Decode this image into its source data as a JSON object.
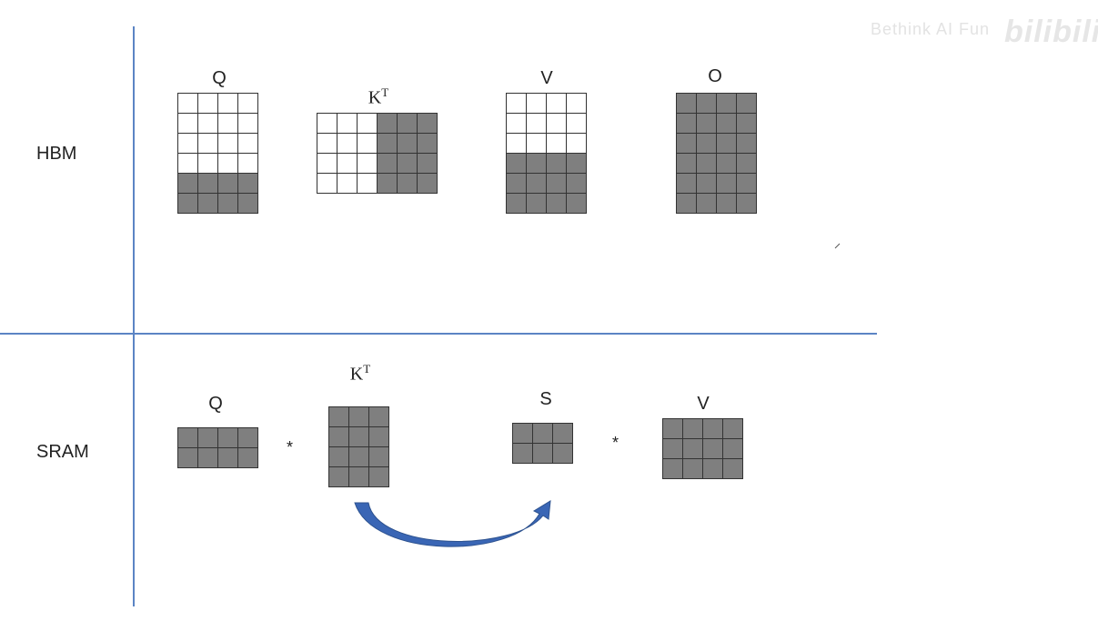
{
  "sections": {
    "hbm_label": "HBM",
    "sram_label": "SRAM"
  },
  "hbm": {
    "q": {
      "name": "Q",
      "rows": 6,
      "cols": 4,
      "filled": [
        [
          4,
          0
        ],
        [
          4,
          1
        ],
        [
          4,
          2
        ],
        [
          4,
          3
        ],
        [
          5,
          0
        ],
        [
          5,
          1
        ],
        [
          5,
          2
        ],
        [
          5,
          3
        ]
      ]
    },
    "kt": {
      "name": "K",
      "sup": "T",
      "rows": 4,
      "cols": 6,
      "filled": [
        [
          0,
          3
        ],
        [
          0,
          4
        ],
        [
          0,
          5
        ],
        [
          1,
          3
        ],
        [
          1,
          4
        ],
        [
          1,
          5
        ],
        [
          2,
          3
        ],
        [
          2,
          4
        ],
        [
          2,
          5
        ],
        [
          3,
          3
        ],
        [
          3,
          4
        ],
        [
          3,
          5
        ]
      ]
    },
    "v": {
      "name": "V",
      "rows": 6,
      "cols": 4,
      "filled": [
        [
          3,
          0
        ],
        [
          3,
          1
        ],
        [
          3,
          2
        ],
        [
          3,
          3
        ],
        [
          4,
          0
        ],
        [
          4,
          1
        ],
        [
          4,
          2
        ],
        [
          4,
          3
        ],
        [
          5,
          0
        ],
        [
          5,
          1
        ],
        [
          5,
          2
        ],
        [
          5,
          3
        ]
      ]
    },
    "o": {
      "name": "O",
      "rows": 6,
      "cols": 4,
      "filled": "all"
    }
  },
  "sram": {
    "q": {
      "name": "Q",
      "rows": 2,
      "cols": 4,
      "filled": "all"
    },
    "kt": {
      "name": "K",
      "sup": "T",
      "rows": 4,
      "cols": 3,
      "filled": "all"
    },
    "s": {
      "name": "S",
      "rows": 2,
      "cols": 3,
      "filled": "all"
    },
    "v": {
      "name": "V",
      "rows": 3,
      "cols": 4,
      "filled": "all"
    },
    "op1": "*",
    "op2": "*"
  },
  "watermark": {
    "text": "Bethink AI Fun",
    "logo": "bilibili"
  },
  "colors": {
    "divider": "#5b84c4",
    "filled_cell": "#7f7f7f",
    "arrow": "#3a66b5"
  }
}
